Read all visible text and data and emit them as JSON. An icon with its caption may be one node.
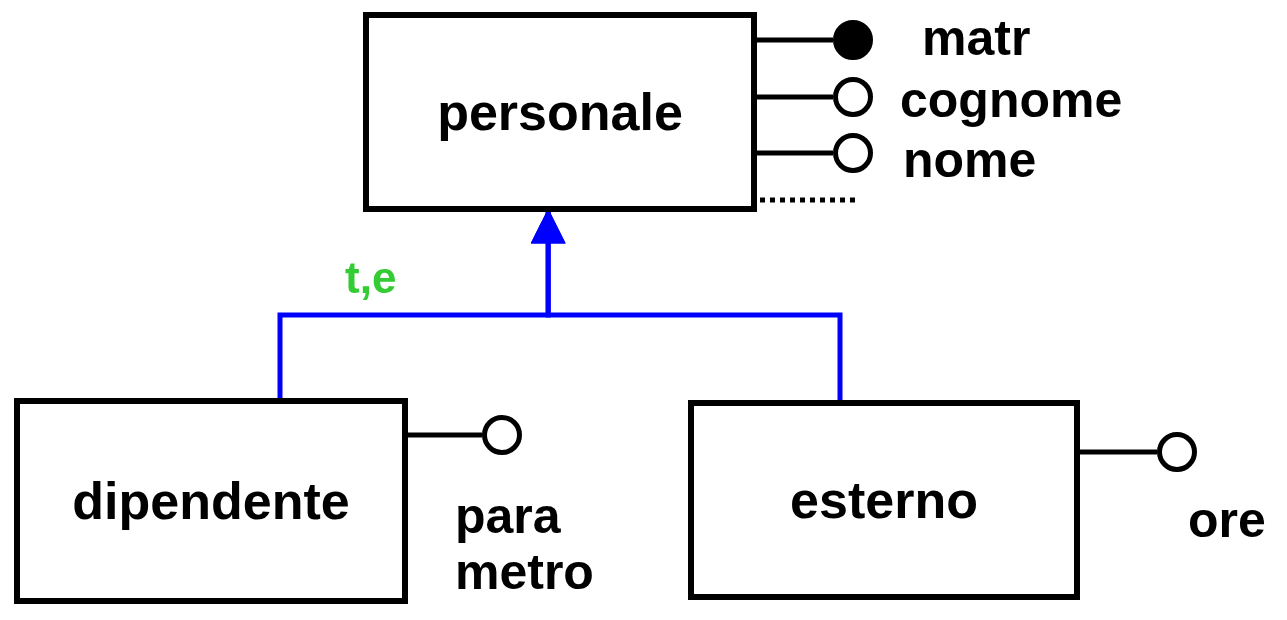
{
  "diagram": {
    "nodes": [
      {
        "text": [
          "personale"
        ]
      },
      {
        "text": [],
        "shape": "circle",
        "beside": [
          "matr"
        ]
      },
      {
        "text": [],
        "shape": "circle",
        "beside": [
          "cognome"
        ]
      },
      {
        "text": [],
        "shape": "circle",
        "beside": [
          "nome"
        ]
      },
      {
        "text": [
          "dipendente"
        ]
      },
      {
        "text": [],
        "shape": "circle",
        "beside": [
          "para metro"
        ]
      },
      {
        "text": [
          "esterno"
        ]
      },
      {
        "text": [],
        "shape": "circle",
        "beside": [
          "ore"
        ]
      }
    ],
    "edges": [
      {
        "from": 0,
        "to": 1,
        "arrow": "none"
      },
      {
        "from": 0,
        "to": 2,
        "arrow": "none"
      },
      {
        "from": 0,
        "to": 3,
        "arrow": "none"
      },
      {
        "from": 4,
        "to": 0,
        "arrow": "to",
        "color": "#0000ff",
        "label": "t,e"
      },
      {
        "from": 6,
        "to": 0,
        "arrow": "to",
        "color": "#0000ff"
      },
      {
        "from": 4,
        "to": 5,
        "arrow": "none"
      },
      {
        "from": 6,
        "to": 7,
        "arrow": "none"
      }
    ]
  }
}
